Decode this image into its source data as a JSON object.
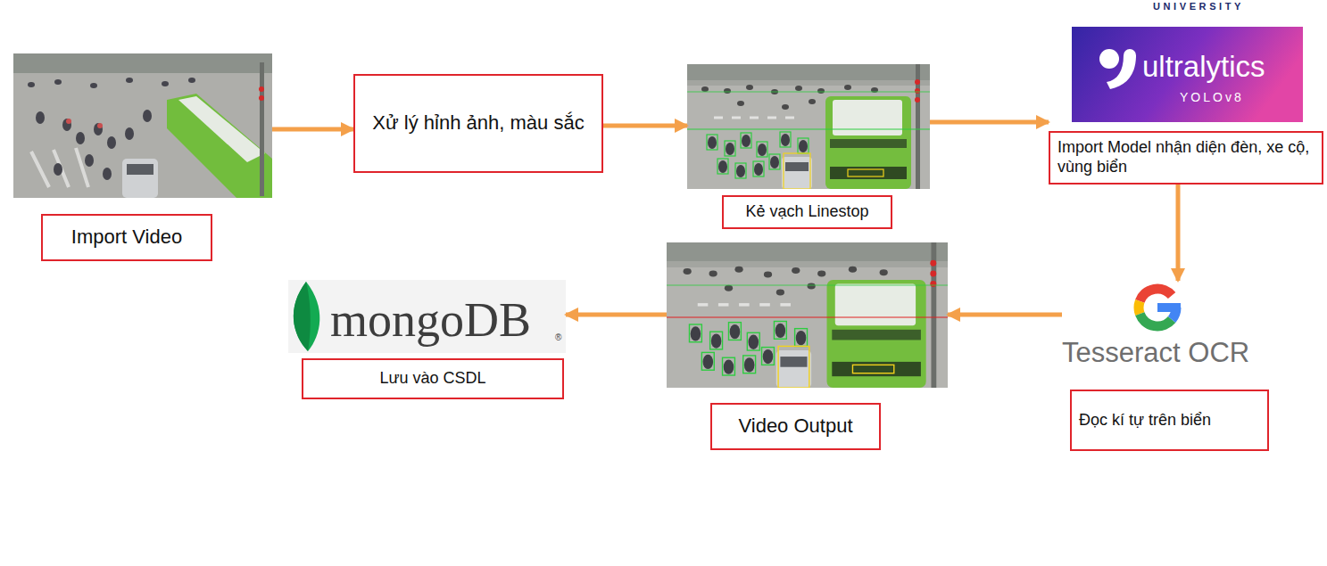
{
  "diagram": {
    "nodes": [
      {
        "text": [
          "Import Video"
        ]
      },
      {
        "text": [
          "Xử lý hỉnh ảnh, màu sắc"
        ]
      },
      {
        "text": [
          "Kẻ vạch Linestop"
        ]
      },
      {
        "text": [
          "Import Model nhận diện đèn, xe cộ, vùng biển"
        ]
      },
      {
        "text": [
          "Đọc kí tự trên biển"
        ]
      },
      {
        "text": [
          "Video Output"
        ]
      },
      {
        "text": [
          "Lưu vào CSDL"
        ]
      }
    ],
    "edges": [
      {
        "from": 0,
        "to": 1,
        "arrow": "to"
      },
      {
        "from": 1,
        "to": 2,
        "arrow": "to"
      },
      {
        "from": 2,
        "to": 3,
        "arrow": "to"
      },
      {
        "from": 3,
        "to": 4,
        "arrow": "to"
      },
      {
        "from": 4,
        "to": 5,
        "arrow": "to"
      },
      {
        "from": 5,
        "to": 6,
        "arrow": "to"
      }
    ],
    "labels": [
      "UNIVERSITY",
      "ultralytics",
      "YOLOv8",
      "Tesseract OCR",
      "mongoDB",
      "®"
    ]
  }
}
